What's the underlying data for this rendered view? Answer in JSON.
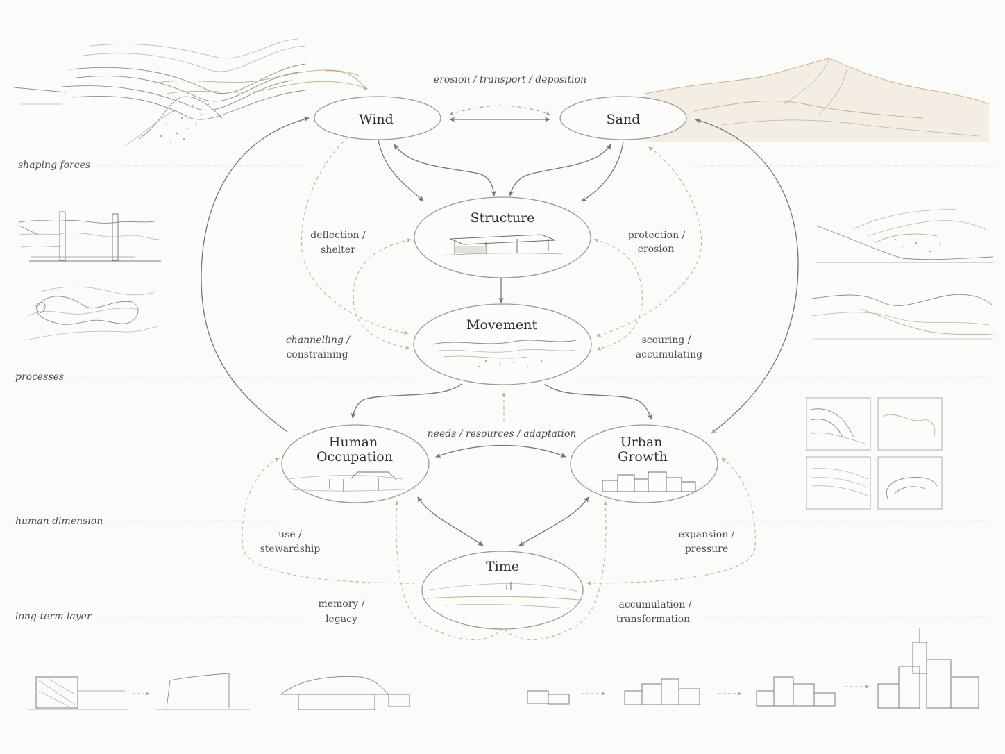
{
  "nodes": {
    "wind": {
      "label": "Wind"
    },
    "sand": {
      "label": "Sand"
    },
    "structure": {
      "label": "Structure"
    },
    "movement": {
      "label": "Movement"
    },
    "human": {
      "label_line1": "Human",
      "label_line2": "Occupation"
    },
    "urban": {
      "label_line1": "Urban",
      "label_line2": "Growth"
    },
    "time": {
      "label": "Time"
    }
  },
  "edge_labels": {
    "top": "erosion / transport / deposition",
    "deflection_1": "deflection /",
    "deflection_2": "shelter",
    "protection_1": "protection /",
    "protection_2": "erosion",
    "channelling_1": "channelling /",
    "channelling_2": "constraining",
    "scouring_1": "scouring /",
    "scouring_2": "accumulating",
    "needs": "needs / resources / adaptation",
    "use_1": "use /",
    "use_2": "stewardship",
    "expansion_1": "expansion /",
    "expansion_2": "pressure",
    "memory_1": "memory /",
    "memory_2": "legacy",
    "accumulation_1": "accumulation /",
    "accumulation_2": "transformation"
  },
  "layers": {
    "shaping": "shaping forces",
    "processes": "processes",
    "human": "human dimension",
    "longterm": "long-term layer"
  },
  "colors": {
    "background": "#fbfbf9",
    "solid_arrow": "#6f7873",
    "feedback_arrow": "#c8aa83",
    "node_outline": "#9c9a93"
  }
}
